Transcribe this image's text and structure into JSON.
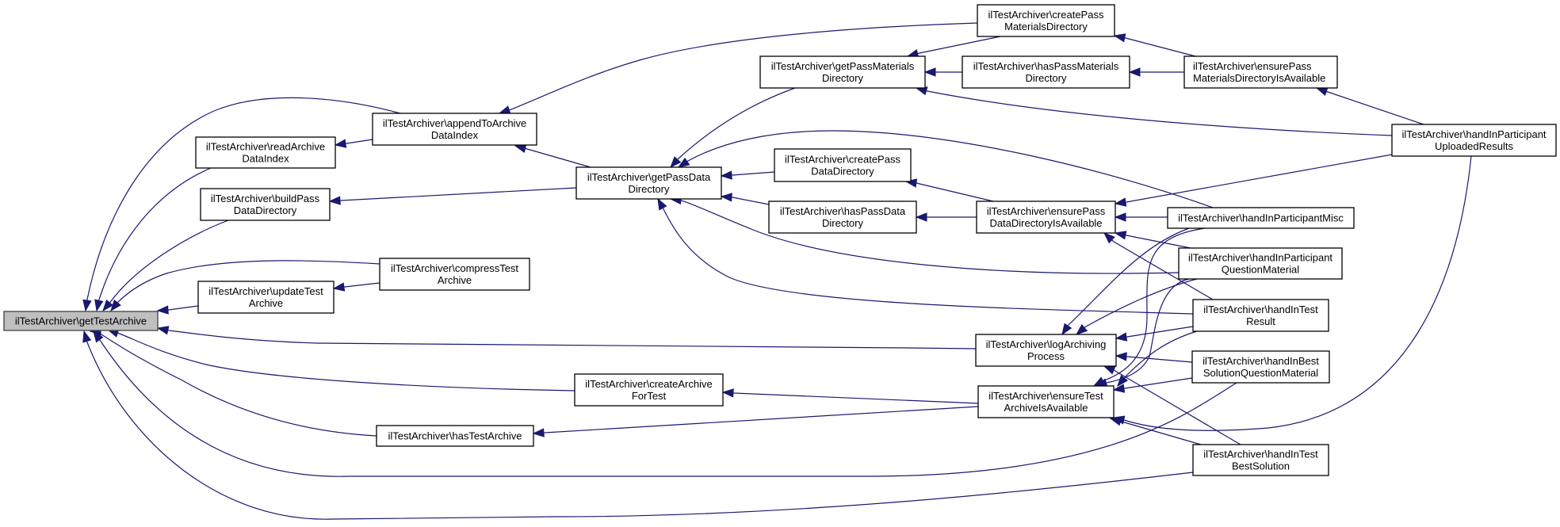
{
  "diagram": {
    "type": "call-graph",
    "edge_color": "#191970",
    "root_fill": "#bfbfbf",
    "nodes": [
      {
        "id": "getTestArchive",
        "lines": [
          "ilTestArchiver\\getTestArchive"
        ],
        "root": true
      },
      {
        "id": "readArchiveDataIndex",
        "lines": [
          "ilTestArchiver\\readArchive",
          "DataIndex"
        ]
      },
      {
        "id": "appendToArchiveDataIndex",
        "lines": [
          "ilTestArchiver\\appendToArchive",
          "DataIndex"
        ]
      },
      {
        "id": "buildPassDataDirectory",
        "lines": [
          "ilTestArchiver\\buildPass",
          "DataDirectory"
        ]
      },
      {
        "id": "compressTestArchive",
        "lines": [
          "ilTestArchiver\\compressTest",
          "Archive"
        ]
      },
      {
        "id": "updateTestArchive",
        "lines": [
          "ilTestArchiver\\updateTest",
          "Archive"
        ]
      },
      {
        "id": "getPassDataDirectory",
        "lines": [
          "ilTestArchiver\\getPassData",
          "Directory"
        ]
      },
      {
        "id": "createArchiveForTest",
        "lines": [
          "ilTestArchiver\\createArchive",
          "ForTest"
        ]
      },
      {
        "id": "hasTestArchive",
        "lines": [
          "ilTestArchiver\\hasTestArchive"
        ]
      },
      {
        "id": "getPassMaterialsDirectory",
        "lines": [
          "ilTestArchiver\\getPassMaterials",
          "Directory"
        ]
      },
      {
        "id": "createPassDataDirectory",
        "lines": [
          "ilTestArchiver\\createPass",
          "DataDirectory"
        ]
      },
      {
        "id": "hasPassDataDirectory",
        "lines": [
          "ilTestArchiver\\hasPassData",
          "Directory"
        ]
      },
      {
        "id": "createPassMaterialsDirectory",
        "lines": [
          "ilTestArchiver\\createPass",
          "MaterialsDirectory"
        ]
      },
      {
        "id": "hasPassMaterialsDirectory",
        "lines": [
          "ilTestArchiver\\hasPassMaterials",
          "Directory"
        ]
      },
      {
        "id": "ensurePassDataDirectoryIsAvailable",
        "lines": [
          "ilTestArchiver\\ensurePass",
          "DataDirectoryIsAvailable"
        ]
      },
      {
        "id": "logArchivingProcess",
        "lines": [
          "ilTestArchiver\\logArchiving",
          "Process"
        ]
      },
      {
        "id": "ensureTestArchiveIsAvailable",
        "lines": [
          "ilTestArchiver\\ensureTest",
          "ArchiveIsAvailable"
        ]
      },
      {
        "id": "ensurePassMaterialsDirectoryIsAvailable",
        "lines": [
          "ilTestArchiver\\ensurePass",
          "MaterialsDirectoryIsAvailable"
        ]
      },
      {
        "id": "handInParticipantMisc",
        "lines": [
          "ilTestArchiver\\handInParticipantMisc"
        ]
      },
      {
        "id": "handInParticipantQuestionMaterial",
        "lines": [
          "ilTestArchiver\\handInParticipant",
          "QuestionMaterial"
        ]
      },
      {
        "id": "handInTestResult",
        "lines": [
          "ilTestArchiver\\handInTest",
          "Result"
        ]
      },
      {
        "id": "handInBestSolutionQuestionMaterial",
        "lines": [
          "ilTestArchiver\\handInBest",
          "SolutionQuestionMaterial"
        ]
      },
      {
        "id": "handInTestBestSolution",
        "lines": [
          "ilTestArchiver\\handInTest",
          "BestSolution"
        ]
      },
      {
        "id": "handInParticipantUploadedResults",
        "lines": [
          "ilTestArchiver\\handInParticipant",
          "UploadedResults"
        ]
      }
    ],
    "edges": [
      {
        "from": "readArchiveDataIndex",
        "to": "getTestArchive"
      },
      {
        "from": "appendToArchiveDataIndex",
        "to": "getTestArchive"
      },
      {
        "from": "appendToArchiveDataIndex",
        "to": "readArchiveDataIndex"
      },
      {
        "from": "buildPassDataDirectory",
        "to": "getTestArchive"
      },
      {
        "from": "getPassDataDirectory",
        "to": "buildPassDataDirectory"
      },
      {
        "from": "getPassDataDirectory",
        "to": "appendToArchiveDataIndex"
      },
      {
        "from": "compressTestArchive",
        "to": "getTestArchive"
      },
      {
        "from": "compressTestArchive",
        "to": "updateTestArchive"
      },
      {
        "from": "updateTestArchive",
        "to": "getTestArchive"
      },
      {
        "from": "logArchivingProcess",
        "to": "getTestArchive"
      },
      {
        "from": "createArchiveForTest",
        "to": "getTestArchive"
      },
      {
        "from": "ensureTestArchiveIsAvailable",
        "to": "createArchiveForTest"
      },
      {
        "from": "hasTestArchive",
        "to": "getTestArchive"
      },
      {
        "from": "ensureTestArchiveIsAvailable",
        "to": "hasTestArchive"
      },
      {
        "from": "handInBestSolutionQuestionMaterial",
        "to": "getTestArchive"
      },
      {
        "from": "handInTestBestSolution",
        "to": "getTestArchive"
      },
      {
        "from": "createPassMaterialsDirectory",
        "to": "appendToArchiveDataIndex"
      },
      {
        "from": "createPassMaterialsDirectory",
        "to": "getPassMaterialsDirectory"
      },
      {
        "from": "getPassMaterialsDirectory",
        "to": "getPassDataDirectory"
      },
      {
        "from": "hasPassMaterialsDirectory",
        "to": "getPassMaterialsDirectory"
      },
      {
        "from": "ensurePassMaterialsDirectoryIsAvailable",
        "to": "createPassMaterialsDirectory"
      },
      {
        "from": "ensurePassMaterialsDirectoryIsAvailable",
        "to": "hasPassMaterialsDirectory"
      },
      {
        "from": "handInParticipantUploadedResults",
        "to": "ensurePassMaterialsDirectoryIsAvailable"
      },
      {
        "from": "handInParticipantUploadedResults",
        "to": "getPassMaterialsDirectory"
      },
      {
        "from": "handInParticipantUploadedResults",
        "to": "ensurePassDataDirectoryIsAvailable"
      },
      {
        "from": "handInParticipantUploadedResults",
        "to": "ensureTestArchiveIsAvailable"
      },
      {
        "from": "createPassDataDirectory",
        "to": "getPassDataDirectory"
      },
      {
        "from": "hasPassDataDirectory",
        "to": "getPassDataDirectory"
      },
      {
        "from": "ensurePassDataDirectoryIsAvailable",
        "to": "createPassDataDirectory"
      },
      {
        "from": "ensurePassDataDirectoryIsAvailable",
        "to": "hasPassDataDirectory"
      },
      {
        "from": "handInParticipantMisc",
        "to": "getPassDataDirectory"
      },
      {
        "from": "handInParticipantMisc",
        "to": "ensurePassDataDirectoryIsAvailable"
      },
      {
        "from": "handInParticipantMisc",
        "to": "logArchivingProcess"
      },
      {
        "from": "handInParticipantMisc",
        "to": "ensureTestArchiveIsAvailable"
      },
      {
        "from": "handInParticipantQuestionMaterial",
        "to": "getPassDataDirectory"
      },
      {
        "from": "handInParticipantQuestionMaterial",
        "to": "ensurePassDataDirectoryIsAvailable"
      },
      {
        "from": "handInParticipantQuestionMaterial",
        "to": "logArchivingProcess"
      },
      {
        "from": "handInParticipantQuestionMaterial",
        "to": "ensureTestArchiveIsAvailable"
      },
      {
        "from": "handInTestResult",
        "to": "getPassDataDirectory"
      },
      {
        "from": "handInTestResult",
        "to": "ensurePassDataDirectoryIsAvailable"
      },
      {
        "from": "handInTestResult",
        "to": "logArchivingProcess"
      },
      {
        "from": "handInTestResult",
        "to": "ensureTestArchiveIsAvailable"
      },
      {
        "from": "handInBestSolutionQuestionMaterial",
        "to": "logArchivingProcess"
      },
      {
        "from": "handInBestSolutionQuestionMaterial",
        "to": "ensureTestArchiveIsAvailable"
      },
      {
        "from": "handInTestBestSolution",
        "to": "logArchivingProcess"
      },
      {
        "from": "handInTestBestSolution",
        "to": "ensureTestArchiveIsAvailable"
      }
    ]
  }
}
